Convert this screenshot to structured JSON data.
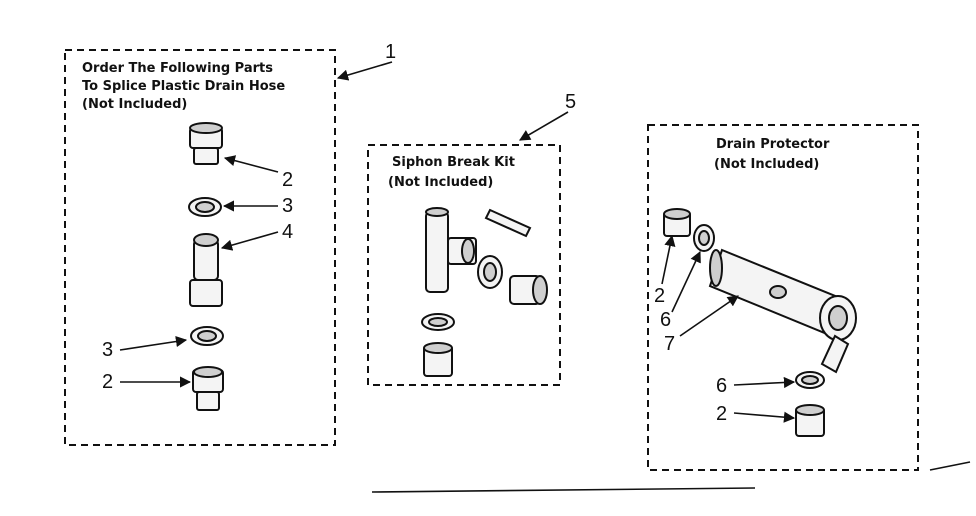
{
  "kit_1": {
    "callout": "1",
    "title_lines": [
      "Order The Following Parts",
      "To Splice Plastic Drain Hose",
      "(Not Included)"
    ],
    "labels": [
      "2",
      "3",
      "4",
      "3",
      "2"
    ]
  },
  "kit_5": {
    "callout": "5",
    "title_lines": [
      "Siphon Break Kit",
      "(Not Included)"
    ]
  },
  "kit_7": {
    "title_lines": [
      "Drain Protector",
      "(Not Included)"
    ],
    "labels": [
      "2",
      "6",
      "7",
      "6",
      "2"
    ]
  }
}
